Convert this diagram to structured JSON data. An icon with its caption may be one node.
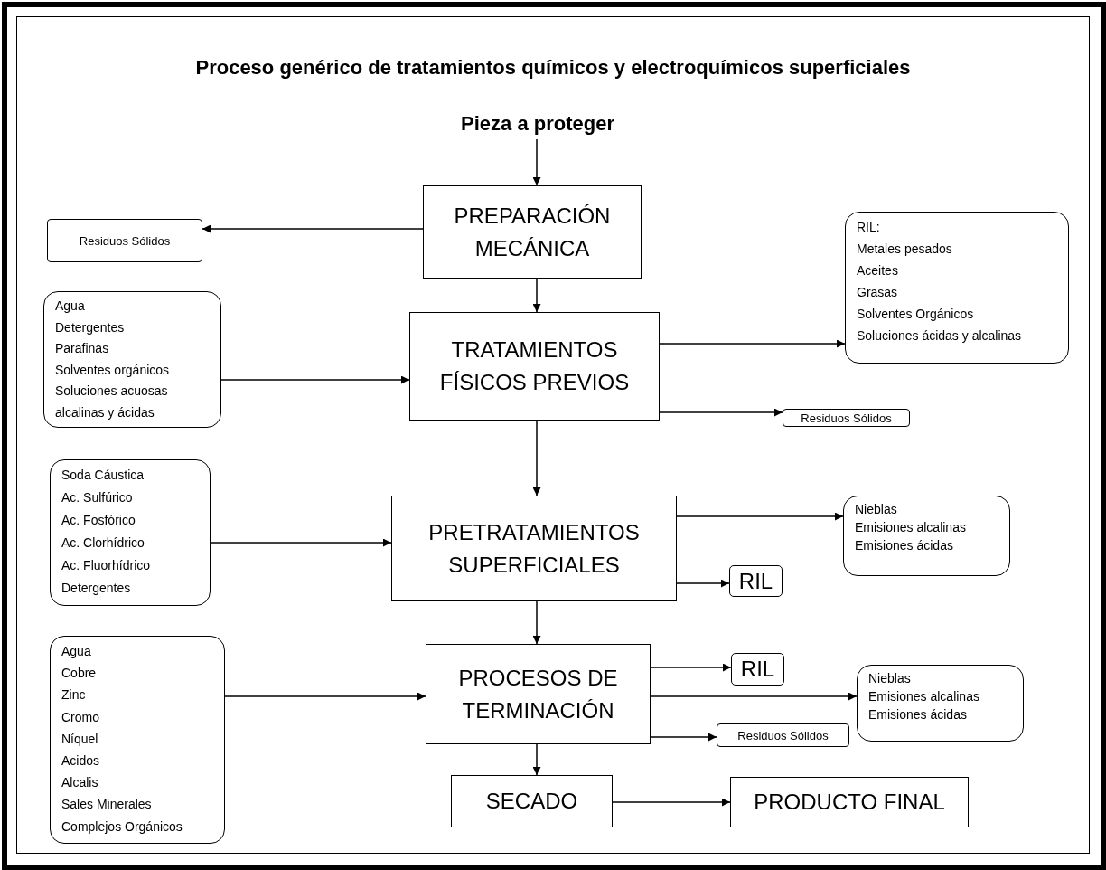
{
  "diagram": {
    "title": "Proceso genérico de tratamientos químicos y electroquímicos superficiales",
    "nodes": [
      {
        "text": [
          "Pieza a proteger"
        ]
      },
      {
        "text": [
          "PREPARACIÓN MECÁNICA"
        ]
      },
      {
        "text": [
          "Residuos Sólidos"
        ]
      },
      {
        "text": [
          "TRATAMIENTOS FÍSICOS PREVIOS"
        ]
      },
      {
        "text": [
          "Agua",
          "Detergentes",
          "Parafinas",
          "Solventes orgánicos",
          "Soluciones acuosas",
          "alcalinas y ácidas"
        ]
      },
      {
        "text": [
          "RIL:",
          "Metales pesados",
          "Aceites",
          "Grasas",
          "Solventes Orgánicos",
          "Soluciones ácidas y alcalinas"
        ]
      },
      {
        "text": [
          "Residuos Sólidos"
        ]
      },
      {
        "text": [
          "PRETRATAMIENTOS SUPERFICIALES"
        ]
      },
      {
        "text": [
          "Soda Cáustica",
          "Ac. Sulfúrico",
          "Ac. Fosfórico",
          "Ac. Clorhídrico",
          "Ac. Fluorhídrico",
          "Detergentes"
        ]
      },
      {
        "text": [
          "Nieblas",
          "Emisiones alcalinas",
          "Emisiones ácidas"
        ]
      },
      {
        "text": [
          "RIL"
        ]
      },
      {
        "text": [
          "PROCESOS DE TERMINACIÓN"
        ]
      },
      {
        "text": [
          "Agua",
          "Cobre",
          "Zinc",
          "Cromo",
          "Níquel",
          "Acidos",
          "Alcalis",
          "Sales Minerales",
          "Complejos Orgánicos"
        ]
      },
      {
        "text": [
          "RIL"
        ]
      },
      {
        "text": [
          "Nieblas",
          "Emisiones alcalinas",
          "Emisiones ácidas"
        ]
      },
      {
        "text": [
          "Residuos Sólidos"
        ]
      },
      {
        "text": [
          "SECADO"
        ]
      },
      {
        "text": [
          "PRODUCTO FINAL"
        ]
      }
    ],
    "edges": [
      {
        "from": 0,
        "to": 1,
        "arrow": "to"
      },
      {
        "from": 1,
        "to": 2,
        "arrow": "to"
      },
      {
        "from": 1,
        "to": 3,
        "arrow": "to"
      },
      {
        "from": 4,
        "to": 3,
        "arrow": "to"
      },
      {
        "from": 3,
        "to": 5,
        "arrow": "to"
      },
      {
        "from": 3,
        "to": 6,
        "arrow": "to"
      },
      {
        "from": 3,
        "to": 7,
        "arrow": "to"
      },
      {
        "from": 8,
        "to": 7,
        "arrow": "to"
      },
      {
        "from": 7,
        "to": 9,
        "arrow": "to"
      },
      {
        "from": 7,
        "to": 10,
        "arrow": "to"
      },
      {
        "from": 7,
        "to": 11,
        "arrow": "to"
      },
      {
        "from": 12,
        "to": 11,
        "arrow": "to"
      },
      {
        "from": 11,
        "to": 13,
        "arrow": "to"
      },
      {
        "from": 11,
        "to": 14,
        "arrow": "to"
      },
      {
        "from": 11,
        "to": 15,
        "arrow": "to"
      },
      {
        "from": 11,
        "to": 16,
        "arrow": "to"
      },
      {
        "from": 16,
        "to": 17,
        "arrow": "to"
      }
    ]
  }
}
